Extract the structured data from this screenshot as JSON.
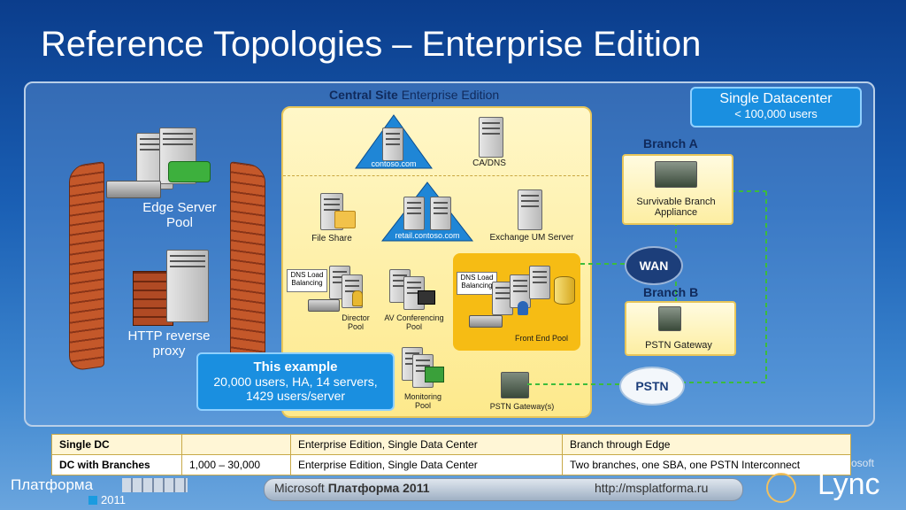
{
  "title": "Reference Topologies – Enterprise Edition",
  "central_site": {
    "bold": "Central Site",
    "rest": " Enterprise Edition"
  },
  "single_dc": {
    "title": "Single Datacenter",
    "sub": "< 100,000 users"
  },
  "nodes": {
    "contoso": "contoso.com",
    "ca_dns": "CA/DNS",
    "file_share": "File Share",
    "retail": "retail.contoso.com",
    "exchange_um": "Exchange UM Server",
    "dns_lb_1": "DNS Load Balancing",
    "dns_lb_2": "DNS Load Balancing",
    "director_pool": "Director Pool",
    "av_pool": "AV Conferencing Pool",
    "front_end_pool": "Front End Pool",
    "monitoring_pool": "Monitoring Pool",
    "pstn_gateways": "PSTN Gateway(s)",
    "edge_pool": "Edge Server Pool",
    "http_proxy": "HTTP reverse proxy"
  },
  "branch_a": {
    "head": "Branch A",
    "label": "Survivable Branch Appliance"
  },
  "branch_b": {
    "head": "Branch B",
    "label": "PSTN  Gateway"
  },
  "clouds": {
    "wan": "WAN",
    "pstn": "PSTN"
  },
  "example": {
    "title": "This example",
    "body": "20,000 users, HA, 14 servers, 1429 users/server"
  },
  "table": [
    [
      "Single DC",
      "",
      "Enterprise Edition, Single Data Center",
      "Branch through Edge"
    ],
    [
      "DC with Branches",
      "1,000 – 30,000",
      "Enterprise Edition, Single Data Center",
      "Two branches, one SBA, one PSTN Interconnect"
    ]
  ],
  "footer": {
    "platform": "Платформа",
    "year": "2011",
    "ms": "Microsoft ",
    "ms_bold": "Платформа 2011",
    "url": "http://msplatforma.ru",
    "lync": "Lync",
    "lync_small": "osoft"
  }
}
